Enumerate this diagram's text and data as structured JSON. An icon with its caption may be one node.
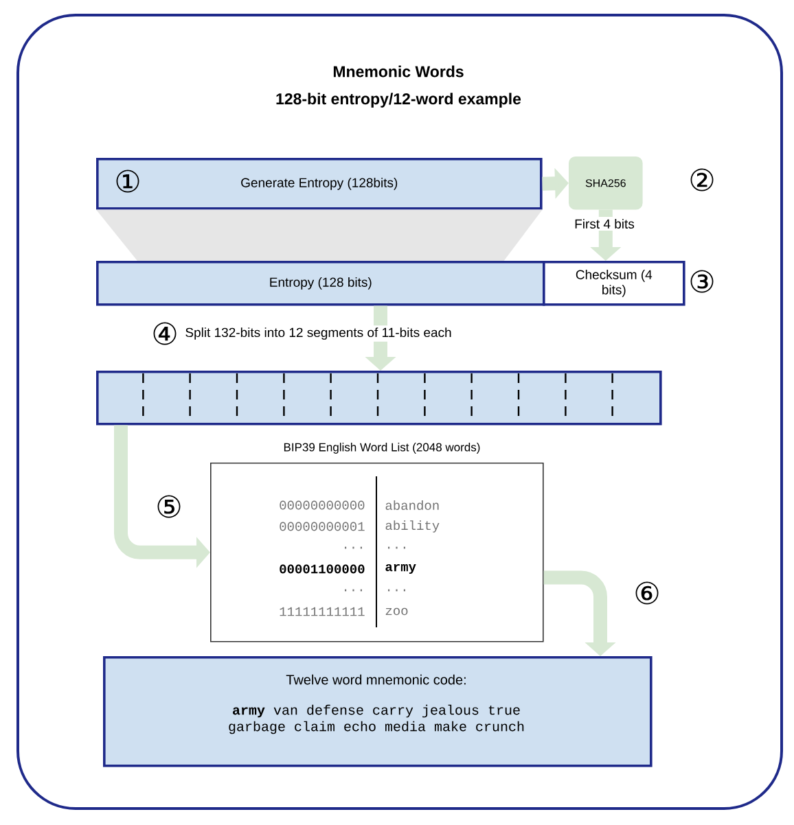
{
  "diagram": {
    "nodes": [
      {
        "text": [
          "Mnemonic Words",
          "128-bit entropy/12-word example"
        ]
      },
      {
        "text": [
          "Generate Entropy (128bits)"
        ],
        "in": 0
      },
      {
        "text": [
          "SHA256"
        ],
        "in": 0
      },
      {
        "text": [
          "Entropy (128 bits)"
        ],
        "in": 0
      },
      {
        "text": [
          "Checksum (4 bits)"
        ],
        "in": 0
      },
      {
        "text": [],
        "shape": "bar",
        "in": 0
      },
      {
        "text": [
          "BIP39 English Word List (2048 words)",
          "00000000000",
          "abandon",
          "00000000001",
          "ability",
          "...",
          "...",
          "00001100000",
          "army",
          "...",
          "...",
          "11111111111",
          "zoo"
        ],
        "in": 0
      },
      {
        "text": [
          "Twelve word mnemonic code:",
          "**army** van defense carry jealous true",
          "garbage claim echo media make crunch"
        ],
        "in": 0
      }
    ],
    "edges": [
      {
        "from": 1,
        "to": 2,
        "arrow": "to"
      },
      {
        "from": 2,
        "to": 4,
        "arrow": "to",
        "label": "First 4 bits"
      },
      {
        "from": 1,
        "to": 3,
        "arrow": "none",
        "color": "#e6e6e6"
      },
      {
        "from": 3,
        "to": 5,
        "arrow": "to",
        "label": "Split 132-bits into 12 segments of 11-bits each"
      },
      {
        "from": 5,
        "to": 6,
        "arrow": "to"
      },
      {
        "from": 6,
        "to": 7,
        "arrow": "to"
      }
    ],
    "labels": [
      "①",
      "②",
      "③",
      "④",
      "⑤",
      "⑥"
    ]
  }
}
